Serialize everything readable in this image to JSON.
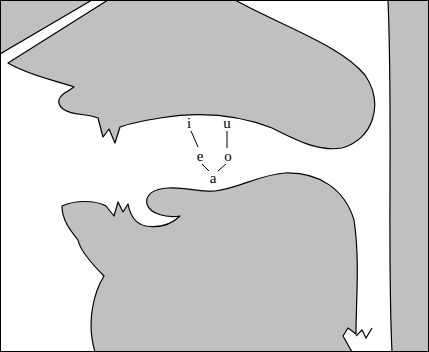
{
  "diagram": {
    "labels": [
      "i",
      "u",
      "e",
      "o",
      "a"
    ]
  }
}
